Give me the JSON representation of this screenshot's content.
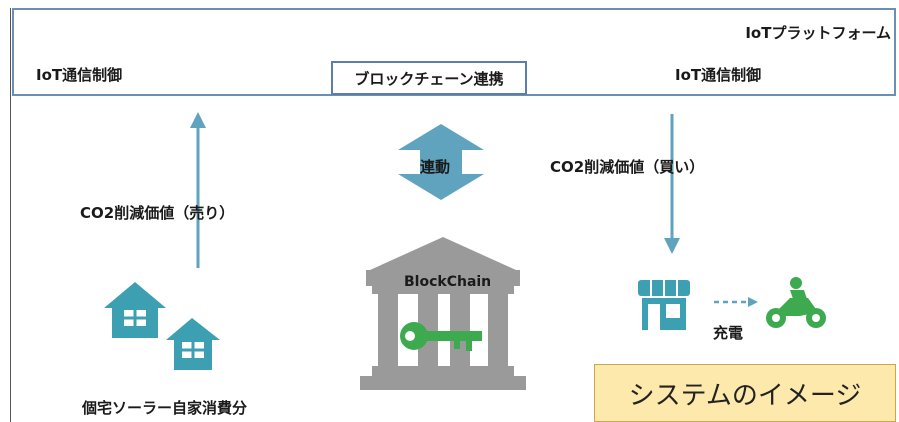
{
  "platform": {
    "title": "IoTプラットフォーム",
    "iot_control_left": "IoT通信制御",
    "iot_control_right": "IoT通信制御",
    "blockchain_link": "ブロックチェーン連携"
  },
  "flow": {
    "sell_label": "CO2削減価値（売り）",
    "buy_label": "CO2削減価値（買い）",
    "link_label": "連動"
  },
  "nodes": {
    "solar_label": "個宅ソーラー自家消費分",
    "blockchain_label": "BlockChain",
    "charge_label": "充電"
  },
  "banner": {
    "text": "システムのイメージ"
  },
  "colors": {
    "arrow": "#5fa3bf",
    "platform_border": "#6a8fb8",
    "house": "#3d9fb2",
    "bank": "#9a9a9a",
    "key": "#3daa4f",
    "banner_bg": "#fde9ac"
  }
}
